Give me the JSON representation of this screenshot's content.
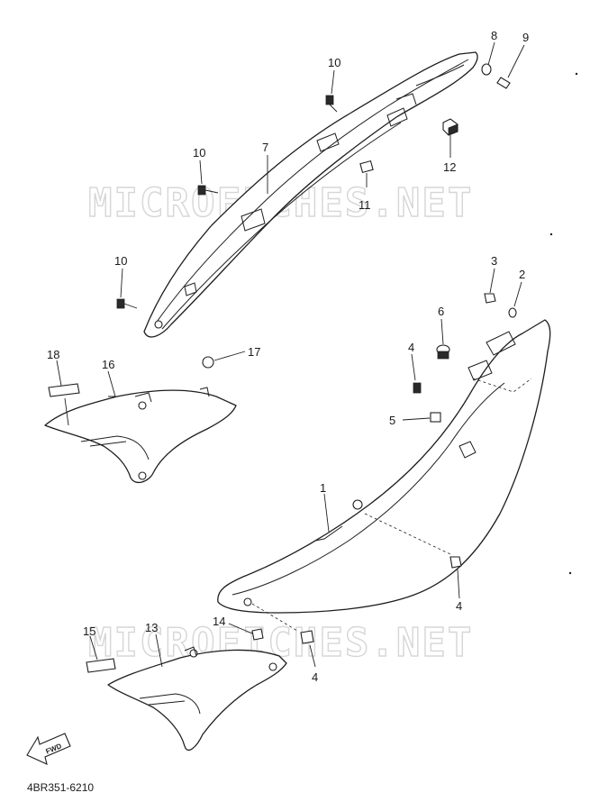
{
  "watermarks": [
    "MICROFICHES.NET",
    "MICROFICHES.NET"
  ],
  "fwd_label": "FWD",
  "diagram_code": "4BR351-6210",
  "callouts": {
    "c1": "1",
    "c2": "2",
    "c3": "3",
    "c4a": "4",
    "c4b": "4",
    "c4c": "4",
    "c5": "5",
    "c6": "6",
    "c7": "7",
    "c8": "8",
    "c9": "9",
    "c10a": "10",
    "c10b": "10",
    "c10c": "10",
    "c11": "11",
    "c12": "12",
    "c13": "13",
    "c14": "14",
    "c15": "15",
    "c16": "16",
    "c17": "17",
    "c18": "18"
  }
}
